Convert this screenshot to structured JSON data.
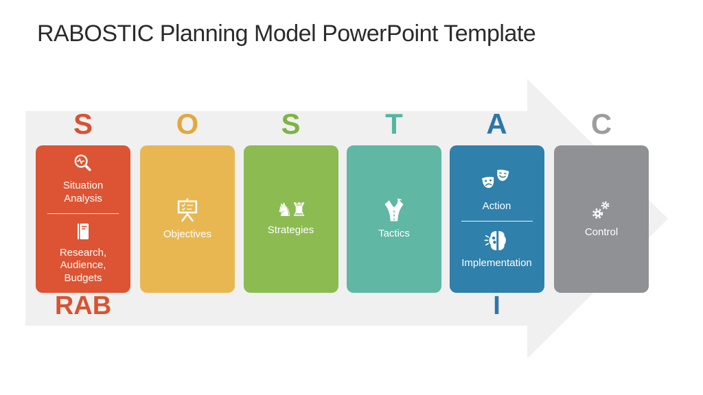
{
  "title": "RABOSTIC Planning Model PowerPoint Template",
  "colors": {
    "background": "#FFFFFF",
    "arrow": "#F0F0F1",
    "title_text": "#2B2B2B",
    "card_text": "#FFFFFF"
  },
  "model": {
    "name": "SOSTAC / RABOSTIC process arrow",
    "cards": [
      {
        "letter": "S",
        "letter_color": "#D75232",
        "color": "#DC5433",
        "sections": [
          {
            "icon": "situation-analysis-magnifier-icon",
            "label": "Situation\nAnalysis"
          },
          {
            "icon": "research-notebook-icon",
            "label": "Research,\nAudience,\nBudgets"
          }
        ],
        "footer_label": "RAB",
        "footer_color": "#D8532F"
      },
      {
        "letter": "O",
        "letter_color": "#E3A83D",
        "color": "#E9B752",
        "sections": [
          {
            "icon": "objectives-presentation-board-icon",
            "label": "Objectives"
          }
        ]
      },
      {
        "letter": "S",
        "letter_color": "#7EB442",
        "color": "#8CBB52",
        "sections": [
          {
            "icon": "strategies-chess-pieces-icon",
            "label": "Strategies",
            "glyphs": "♞♜"
          }
        ]
      },
      {
        "letter": "T",
        "letter_color": "#52B7A0",
        "color": "#5FB7A4",
        "sections": [
          {
            "icon": "tactics-forked-road-icon",
            "label": "Tactics"
          }
        ]
      },
      {
        "letter": "A",
        "letter_color": "#2D76A8",
        "color": "#2F80AB",
        "sections": [
          {
            "icon": "action-theater-masks-icon",
            "label": "Action"
          },
          {
            "icon": "implementation-brain-icon",
            "label": "Implementation"
          }
        ],
        "footer_label": "I",
        "footer_color": "#2D76A8"
      },
      {
        "letter": "C",
        "letter_color": "#9D9D9E",
        "color": "#8F9194",
        "sections": [
          {
            "icon": "control-gears-icon",
            "label": "Control"
          }
        ]
      }
    ]
  }
}
